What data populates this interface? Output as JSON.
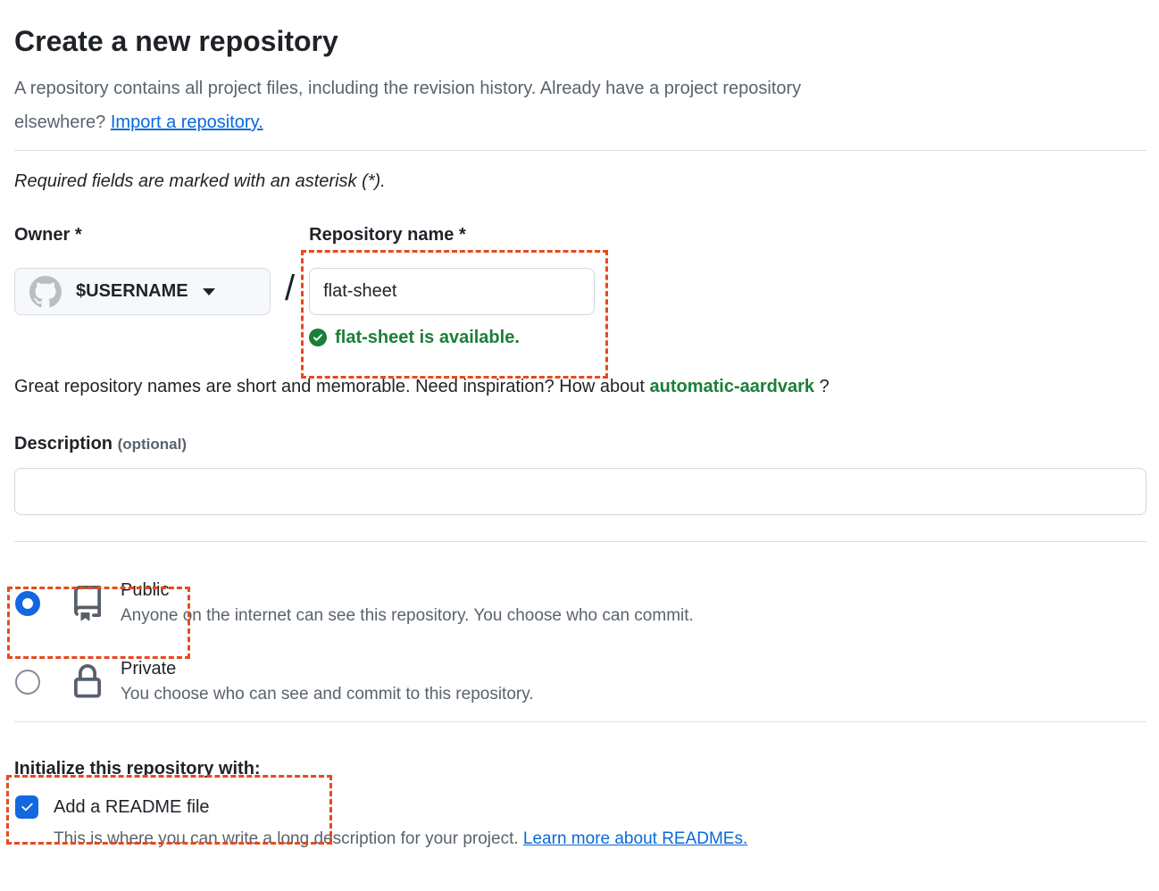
{
  "page": {
    "title": "Create a new repository",
    "intro_line1": "A repository contains all project files, including the revision history. Already have a project repository",
    "intro_line2": "elsewhere?",
    "import_link": "Import a repository.",
    "required_note": "Required fields are marked with an asterisk (*)."
  },
  "owner_field": {
    "label": "Owner",
    "required_mark": "*",
    "value": "$USERNAME",
    "avatar_icon": "github-mark-icon",
    "separator": "/"
  },
  "repo_name_field": {
    "label": "Repository name",
    "required_mark": "*",
    "value": "flat-sheet",
    "availability_icon": "check-circle-icon",
    "availability_message": "flat-sheet is available."
  },
  "suggestion": {
    "prefix": "Great repository names are short and memorable. Need inspiration? How about",
    "suggested_name": "automatic-aardvark",
    "suffix": "?"
  },
  "description_field": {
    "label": "Description",
    "optional_hint": "(optional)",
    "value": ""
  },
  "visibility": {
    "public": {
      "label": "Public",
      "description": "Anyone on the internet can see this repository. You choose who can commit.",
      "selected": true,
      "icon": "repo-book-icon"
    },
    "private": {
      "label": "Private",
      "description": "You choose who can see and commit to this repository.",
      "selected": false,
      "icon": "lock-icon"
    }
  },
  "initialize": {
    "heading": "Initialize this repository with:",
    "readme_label": "Add a README file",
    "readme_checked": true,
    "help_text": "This is where you can write a long description for your project.",
    "help_link": "Learn more about READMEs."
  },
  "colors": {
    "link_blue": "#0969da",
    "control_blue": "#1168e0",
    "success_green": "#1a7f37",
    "annotation_orange": "#e8491c",
    "muted_text": "#59636e",
    "border": "#d0d7de"
  },
  "annotations": {
    "style": "dashed-box",
    "targets": [
      "repository-name-field",
      "public-option",
      "initialize-with-readme"
    ]
  }
}
